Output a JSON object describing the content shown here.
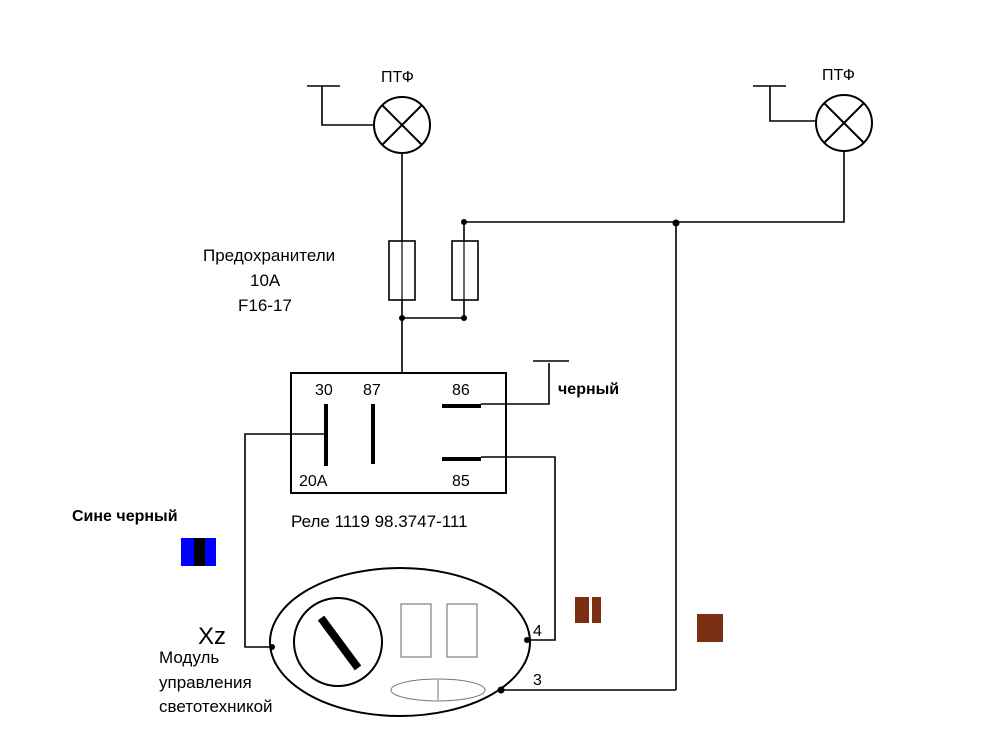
{
  "lamps": {
    "left_label": "ПТФ",
    "right_label": "ПТФ"
  },
  "fuses": {
    "title": "Предохранители",
    "rating": "10А",
    "ids": "F16-17"
  },
  "relay": {
    "pin30": "30",
    "pin87": "87",
    "pin86": "86",
    "pin85": "85",
    "current": "20A",
    "name": "Реле 1119 98.3747-111",
    "ground_wire_label": "черный"
  },
  "wire_colors": {
    "blue_black_label": "Сине черный",
    "blue": "#0000ff",
    "black": "#000000",
    "brown": "#7a2e12"
  },
  "module": {
    "connector": "Xz",
    "line1": "Модуль",
    "line2": "управления",
    "line3": "светотехникой",
    "pin4": "4",
    "pin3": "3"
  }
}
